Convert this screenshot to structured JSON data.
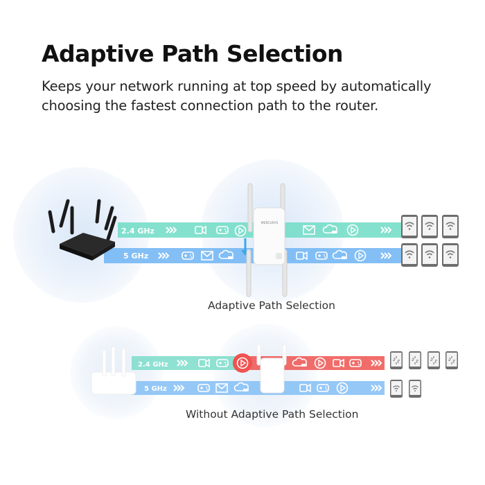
{
  "header": {
    "title": "Adaptive Path Selection",
    "subtitle": "Keeps your network running at top speed by automatically choosing the fastest connection path to the router."
  },
  "diagram_top": {
    "caption": "Adaptive Path Selection",
    "band_24": "2.4 GHz",
    "band_5": "5 GHz",
    "extender_brand": "MERCUSYS",
    "colors": {
      "band_24": "#6fdcc4",
      "band_5": "#76b8f4",
      "halo": "#e3eefb"
    }
  },
  "diagram_bottom": {
    "caption": "Without Adaptive Path Selection",
    "band_24": "2.4 GHz",
    "band_5": "5 GHz",
    "colors": {
      "band_24": "#7bdcc9",
      "band_5": "#82bef5",
      "congested": "#ef5350"
    }
  }
}
